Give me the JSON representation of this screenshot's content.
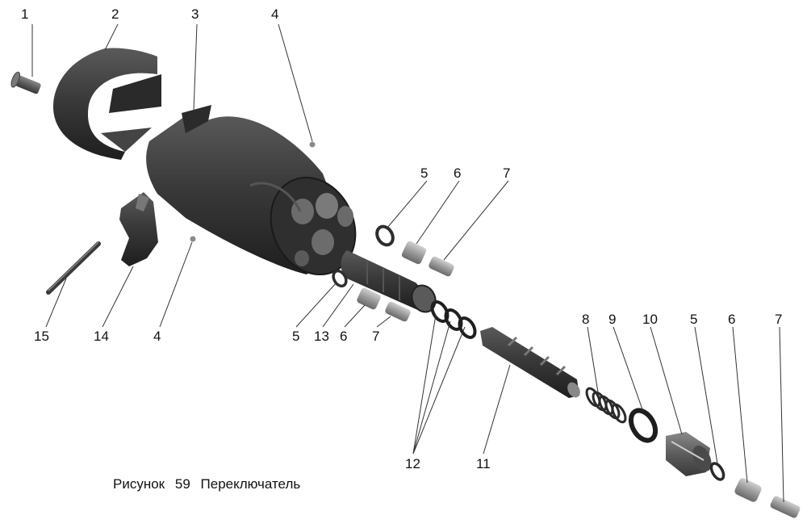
{
  "figure": {
    "caption_prefix": "Рисунок",
    "caption_number": "59",
    "caption_title": "Переключатель"
  },
  "callouts": {
    "c1": "1",
    "c2": "2",
    "c3": "3",
    "c4a": "4",
    "c4b": "4",
    "c5a": "5",
    "c6a": "6",
    "c7a": "7",
    "c5b": "5",
    "c13": "13",
    "c6b": "6",
    "c7b": "7",
    "c8": "8",
    "c9": "9",
    "c10": "10",
    "c5c": "5",
    "c6c": "6",
    "c7c": "7",
    "c12": "12",
    "c11": "11",
    "c14": "14",
    "c15": "15"
  },
  "colors": {
    "part_dark": "#3c3c3c",
    "part_mid": "#6e6e6e",
    "part_light": "#a8a8a8",
    "leader": "#333333"
  }
}
